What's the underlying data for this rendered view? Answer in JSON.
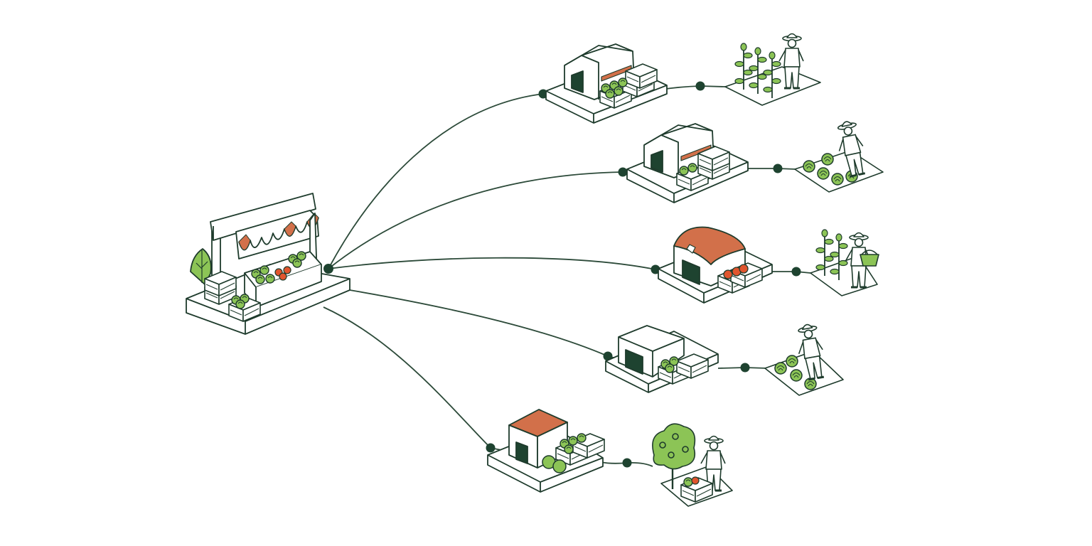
{
  "colors": {
    "ink": "#1e3b2c",
    "line": "#2c4a39",
    "paper": "#ffffff",
    "leaf": "#8cc456",
    "leaf_dark": "#3f7a2b",
    "terracotta": "#d2704a",
    "tomato": "#e0552e",
    "door": "#1e4330"
  },
  "diagram": {
    "hub": {
      "name": "market-stall",
      "icon": "market-stall-icon"
    },
    "routes": [
      {
        "id": "route-1",
        "warehouse_icon": "barn-warehouse-icon",
        "farm_icon": "farmer-tending-vines-icon"
      },
      {
        "id": "route-2",
        "warehouse_icon": "barn-warehouse-icon",
        "farm_icon": "farmer-picking-lettuce-icon"
      },
      {
        "id": "route-3",
        "warehouse_icon": "greenhouse-barn-icon",
        "farm_icon": "farmer-with-basket-icon"
      },
      {
        "id": "route-4",
        "warehouse_icon": "flat-roof-warehouse-icon",
        "farm_icon": "farmer-harvesting-cabbage-icon"
      },
      {
        "id": "route-5",
        "warehouse_icon": "farm-shed-icon",
        "farm_icon": "farmer-picking-fruit-tree-icon"
      }
    ]
  }
}
